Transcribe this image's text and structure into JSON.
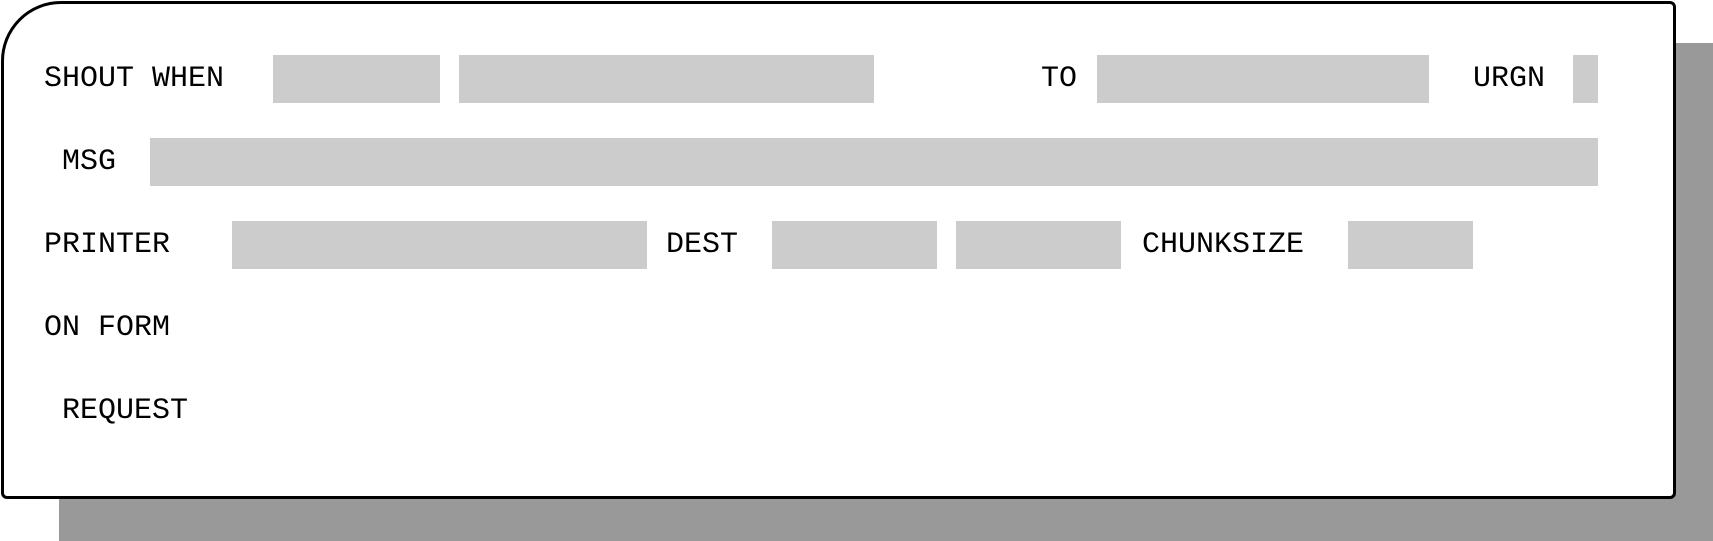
{
  "form": {
    "shout_when_label": "SHOUT WHEN",
    "to_label": "TO",
    "urgn_label": "URGN",
    "msg_label": "MSG",
    "printer_label": "PRINTER",
    "dest_label": "DEST",
    "chunksize_label": "CHUNKSIZE",
    "on_form_label": "ON FORM",
    "request_label": "REQUEST",
    "fields": {
      "shout_when_1": "",
      "shout_when_2": "",
      "to": "",
      "urgn": "",
      "msg": "",
      "printer": "",
      "dest_1": "",
      "dest_2": "",
      "chunksize": ""
    }
  },
  "colors": {
    "field_fill": "#cccccc",
    "shadow": "#999999",
    "border": "#000000",
    "background": "#ffffff"
  }
}
